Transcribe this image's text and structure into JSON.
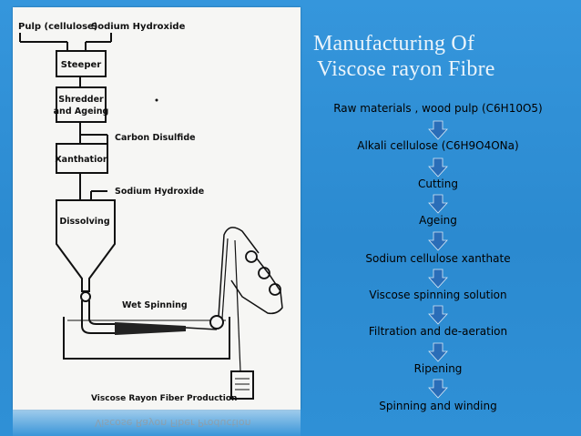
{
  "slide": {
    "title_line1": "Manufacturing Of",
    "title_line2": "Viscose rayon Fibre",
    "colors": {
      "background": "#2f8fd3",
      "arrow": "#2a6db8",
      "title": "#eaf4fb"
    }
  },
  "diagram": {
    "inputs": {
      "pulp": "Pulp (cellulose)",
      "sodium_hydroxide": "Sodium Hydroxide"
    },
    "stages": {
      "steeper": "Steeper",
      "shredder_line1": "Shredder",
      "shredder_line2": "and Ageing",
      "xanthation": "Xanthation",
      "dissolving": "Dissolving",
      "wet_spinning": "Wet Spinning"
    },
    "side_inputs": {
      "carbon_disulfide": "Carbon Disulfide",
      "sodium_hydroxide_2": "Sodium Hydroxide"
    },
    "caption": "Viscose Rayon Fiber Production"
  },
  "flow": {
    "steps": [
      "Raw materials , wood pulp (C6H10O5)",
      "Alkali cellulose  (C6H9O4ONa)",
      "Cutting",
      "Ageing",
      "Sodium cellulose xanthate",
      "Viscose spinning solution",
      "Filtration and de-aeration",
      "Ripening",
      "Spinning and winding"
    ]
  }
}
